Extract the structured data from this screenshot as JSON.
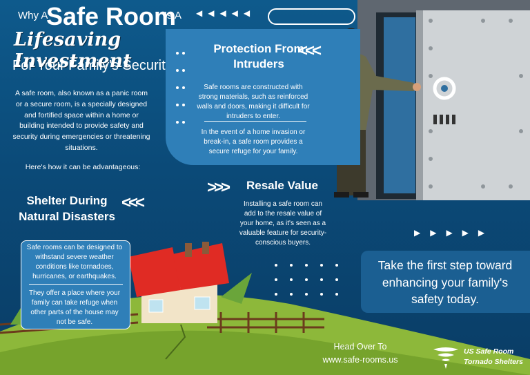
{
  "title": {
    "why": "Why A",
    "safe_room": "Safe Room",
    "is_a": "Is A",
    "lifesaving": "Lifesaving Investment",
    "family_security": "For Your Family's Security"
  },
  "intro": "A safe room, also known as a panic room or a secure room, is a specially designed and fortified space within a home or building intended to provide safety and security during emergencies or threatening situations.",
  "advantageous": "Here's how it can be advantageous:",
  "protection": {
    "title": "Protection From Intruders",
    "p1": "Safe rooms are constructed with strong materials, such as reinforced walls and doors, making it difficult for intruders to enter.",
    "p2": "In the event of a home invasion or break-in, a safe room provides a secure refuge for your family."
  },
  "resale": {
    "title": "Resale Value",
    "text": "Installing a safe room can add to the resale value of your home, as it's seen as a valuable feature for security-conscious buyers."
  },
  "shelter": {
    "title": "Shelter During Natural Disasters",
    "p1": "Safe rooms can be designed to withstand severe weather conditions like tornadoes, hurricanes, or earthquakes.",
    "p2": "They offer a place where your family can take refuge when other parts of the house may not be safe."
  },
  "cta": "Take the first step toward enhancing your family's safety today.",
  "footer": {
    "head_over": "Head Over To",
    "website": "www.safe-rooms.us",
    "logo_line1": "US Safe Room",
    "logo_line2": "Tornado Shelters"
  },
  "icons": {
    "left_arrows": "chevron-left-icon",
    "right_arrows": "chevron-right-icon",
    "tornado_logo": "tornado-icon"
  },
  "colors": {
    "background": "#0b4a78",
    "panel": "#2f7fb8",
    "grass": "#8db83a",
    "house_red": "#e02b24"
  }
}
